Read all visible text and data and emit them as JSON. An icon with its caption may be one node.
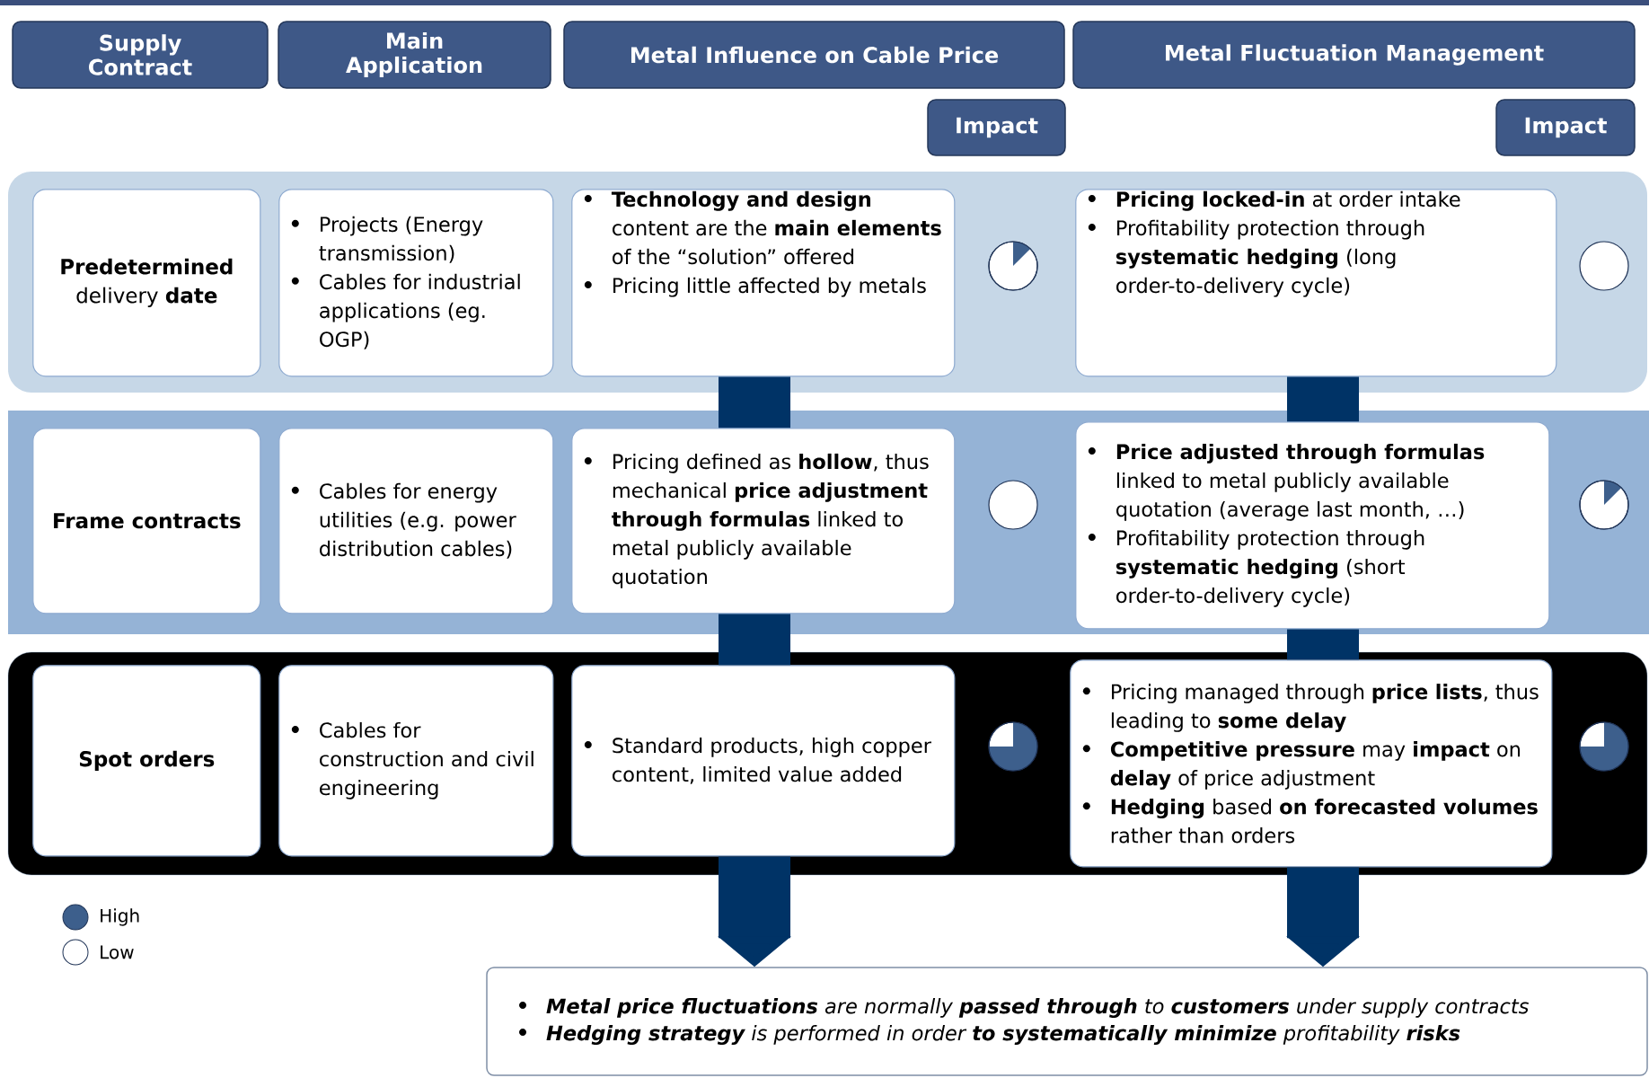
{
  "diagram": {
    "nodes": [
      {
        "text": [
          "Supply Contract"
        ]
      },
      {
        "text": [
          "Main Application"
        ]
      },
      {
        "text": [
          "Metal Influence on Cable Price"
        ]
      },
      {
        "text": [
          "Metal Fluctuation Management"
        ]
      },
      {
        "text": [
          "Impact"
        ]
      },
      {
        "text": [
          "Impact"
        ]
      },
      {
        "text": [],
        "shape": "band"
      },
      {
        "text": [
          "**Predetermined** delivery **date**"
        ],
        "in": 6
      },
      {
        "text": [
          "Projects (Energy transmission)",
          "Cables for industrial applications (eg. OGP)"
        ],
        "in": 6
      },
      {
        "text": [
          "**Technology and design** content are the **main elements** of the “solution” offered",
          "Pricing little affected by metals"
        ],
        "in": 6
      },
      {
        "text": [
          "**Pricing locked-in** at order intake",
          "Profitability protection through **systematic hedging** (long order-to-delivery cycle)"
        ],
        "in": 6
      },
      {
        "text": [],
        "shape": "band"
      },
      {
        "text": [
          "Frame contracts"
        ],
        "in": 11
      },
      {
        "text": [
          "Cables for energy utilities (e.g. power distribution cables)"
        ],
        "in": 11
      },
      {
        "text": [
          "Pricing defined as **hollow**, thus mechanical **price adjustment through formulas** linked to metal publicly available quotation"
        ],
        "in": 11
      },
      {
        "text": [
          "**Price adjusted through formulas** linked to metal publicly available quotation (average last month, …)",
          "Profitability protection through **systematic hedging** (short order-to-delivery cycle)"
        ],
        "in": 11
      },
      {
        "text": [],
        "shape": "band"
      },
      {
        "text": [
          "Spot orders"
        ],
        "in": 16
      },
      {
        "text": [
          "Cables for construction and civil engineering"
        ],
        "in": 16
      },
      {
        "text": [
          "Standard products, high copper content, limited value added"
        ],
        "in": 16
      },
      {
        "text": [
          "Pricing managed through **price lists**, thus leading to **some delay**",
          "**Competitive pressure** may **impact** on **delay** of price adjustment",
          "**Hedging** based **on forecasted volumes** rather than orders"
        ],
        "in": 16
      },
      {
        "text": [
          "**Metal price fluctuations** are normally **passed through** to **customers** under supply contracts",
          "**Hedging strategy** is performed in order **to systematically minimize** profitability **risks**"
        ]
      }
    ],
    "edges": [
      {
        "from": 9,
        "to": 14,
        "arrow": "none"
      },
      {
        "from": 14,
        "to": 19,
        "arrow": "none"
      },
      {
        "from": 19,
        "to": 21,
        "arrow": "to"
      },
      {
        "from": 10,
        "to": 15,
        "arrow": "none"
      },
      {
        "from": 15,
        "to": 20,
        "arrow": "none"
      },
      {
        "from": 20,
        "to": 21,
        "arrow": "to"
      }
    ],
    "legend": [
      {
        "text": "High"
      },
      {
        "text": "Low"
      }
    ]
  }
}
